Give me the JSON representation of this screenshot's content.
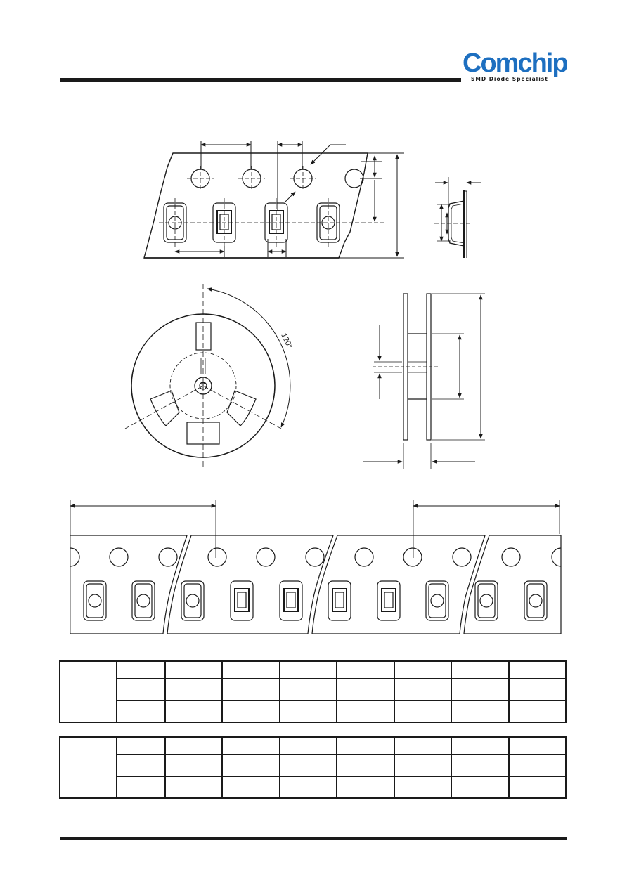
{
  "header": {
    "brand": "Comchip",
    "tagline": "SMD Diode Specialist"
  },
  "reel_drawing": {
    "angle_label": "120°"
  },
  "tables": [
    {
      "rows": [
        [
          "",
          "",
          "",
          "",
          "",
          "",
          "",
          ""
        ],
        [
          "",
          "",
          "",
          "",
          "",
          "",
          "",
          ""
        ],
        [
          "",
          "",
          "",
          "",
          "",
          "",
          "",
          ""
        ]
      ]
    },
    {
      "rows": [
        [
          "",
          "",
          "",
          "",
          "",
          "",
          "",
          ""
        ],
        [
          "",
          "",
          "",
          "",
          "",
          "",
          "",
          ""
        ],
        [
          "",
          "",
          "",
          "",
          "",
          "",
          "",
          ""
        ]
      ]
    }
  ],
  "colors": {
    "brand_blue": "#1d6fc0",
    "line": "#1a1a1a"
  }
}
